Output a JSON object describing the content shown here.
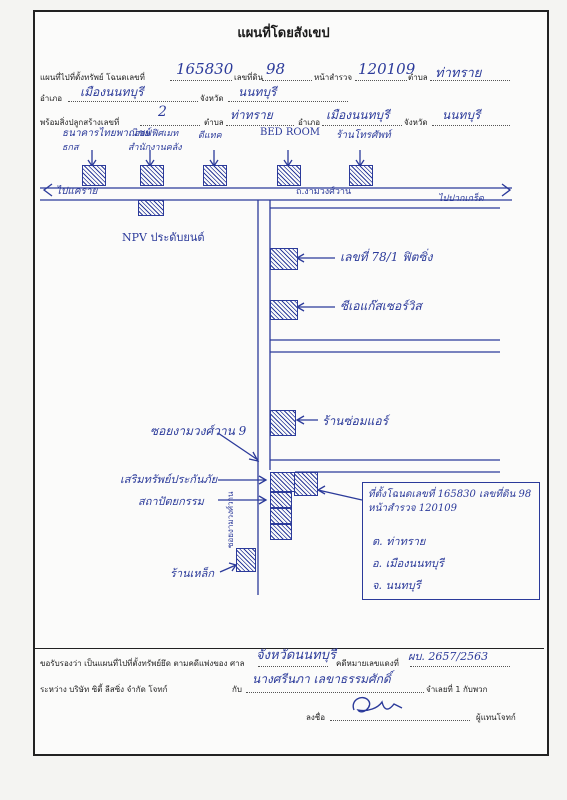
{
  "doc": {
    "title": "แผนที่โดยสังเขป",
    "row1": {
      "l1": "แผนที่ไปที่ตั้งทรัพย์ โฉนดเลขที่",
      "v1": "165830",
      "l2": "เลขที่ดิน",
      "v2": "98",
      "l3": "หน้าสำรวจ",
      "v3": "120109",
      "l4": "ตำบล",
      "v4": "ท่าทราย"
    },
    "row2": {
      "l1": "อำเภอ",
      "v1": "เมืองนนทบุรี",
      "l2": "จังหวัด",
      "v2": "นนทบุรี"
    },
    "row3": {
      "l1": "พร้อมสิ่งปลูกสร้างเลขที่",
      "v1": "2",
      "l2": "ตำบล",
      "v2": "ท่าทราย",
      "l3": "อำเภอ",
      "v3": "เมืองนนทบุรี",
      "l4": "จังหวัด",
      "v4": "นนทบุรี"
    }
  },
  "map": {
    "top_labels": [
      "ธนาคารไทยพาณิชย์",
      "ธกส",
      "สำนักงานคลัง",
      "ออฟฟิศเมท",
      "ดีแทค",
      "BED ROOM",
      "ร้านโทรศัพท์"
    ],
    "road_left": "ไปแคราย",
    "road_center": "ถ.งามวงศ์วาน",
    "road_right": "ไปปากเกร็ด",
    "npv": "NPV ประดับยนต์",
    "b1": "เลขที่ 78/1 ฟิตซิ่ง",
    "b2": "ซีเอแก๊สเซอร์วิส",
    "soi": "ซอยงามวงศ์วาน 9",
    "shop": "ร้านซ่อมแอร์",
    "left_a": "เสริมทรัพย์ประกันภัย",
    "left_b": "สถาปัตยกรรม",
    "left_c": "ร้านเหล็ก",
    "vert_text": "ซอยงามวงศ์วาน",
    "info": [
      "ที่ตั้งโฉนดเลขที่ 165830 เลขที่ดิน 98 หน้าสำรวจ 120109",
      "ต. ท่าทราย",
      "อ. เมืองนนทบุรี",
      "จ. นนทบุรี"
    ]
  },
  "footer": {
    "l1": "ขอรับรองว่า เป็นแผนที่ไปที่ตั้งทรัพย์ยึด ตามคดีแพ่งของ ศาล",
    "court": "จังหวัดนนทบุรี",
    "l2": "คดีหมายเลขแดงที่",
    "case": "ผบ. 2657/2563",
    "l3": "ระหว่าง บริษัท ซิตี้ ลีสซิ่ง จำกัด โจทก์",
    "l4": "กับ",
    "defendant": "นางศรีนภา เลขาธรรมศักดิ์",
    "l5": "จำเลยที่ 1 กับพวก",
    "l6": "ลงชื่อ",
    "l7": "ผู้แทนโจทก์"
  },
  "colors": {
    "ink": "#2b3a9a",
    "print": "#222222"
  }
}
